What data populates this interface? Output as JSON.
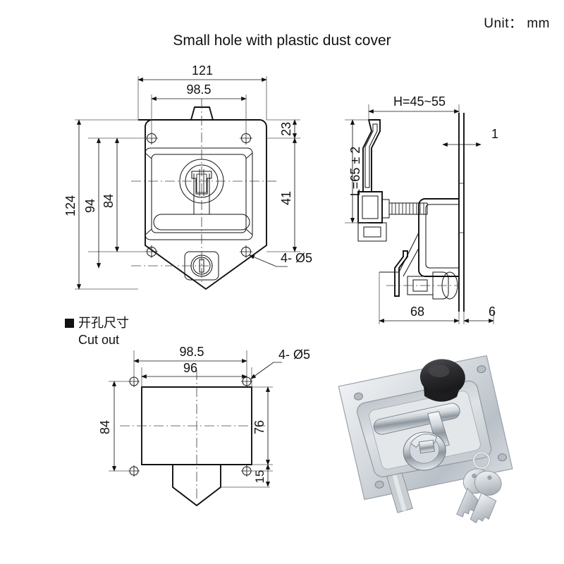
{
  "header": {
    "unit_label": "Unit： mm",
    "title": "Small hole with plastic dust cover"
  },
  "front_view": {
    "name": "front-view",
    "dimensions": {
      "overall_width": "121",
      "hole_pitch_width": "98.5",
      "top_offset": "23",
      "upper_band": "41",
      "overall_height": "124",
      "hole_pitch_height": "94",
      "inner_height": "84",
      "hole_callout": "4- Ø5"
    }
  },
  "side_view": {
    "name": "side-section-view",
    "dimensions": {
      "handle_height": "H=45~55",
      "rod_length": "L=65 ± 2",
      "panel_thickness": "1",
      "depth": "68",
      "flange_offset": "6"
    }
  },
  "cutout": {
    "name": "cut-out-view",
    "heading_cn": "开孔尺寸",
    "heading_en": "Cut out",
    "bullet": "■",
    "dimensions": {
      "hole_pitch_width": "98.5",
      "cut_width": "96",
      "hole_pitch_height": "84",
      "cut_height": "76",
      "tab_offset": "15",
      "hole_callout": "4- Ø5"
    }
  },
  "product_photo": {
    "name": "product-photo",
    "alt": "stainless steel T-handle latch with black plastic dust cover and two keys",
    "colors": {
      "steel_light": "#e9ecef",
      "steel_mid": "#c2c8ce",
      "steel_dark": "#9aa2aa",
      "chrome_hi": "#f6f8f9",
      "dust_cover": "#2f2f31",
      "key_body": "#d7dade"
    }
  }
}
